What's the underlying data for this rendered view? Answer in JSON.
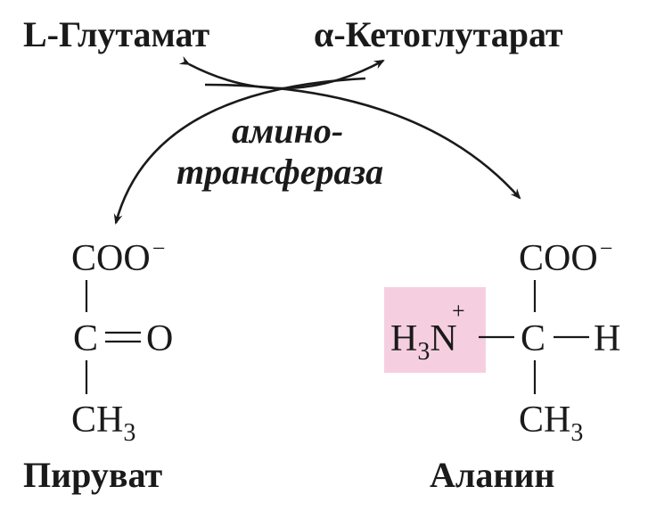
{
  "top": {
    "left_compound": "L-Глутамат",
    "right_prefix": "α",
    "right_compound": "-Кетоглутарат"
  },
  "enzyme": {
    "line1": "амино-",
    "line2": "трансфераза"
  },
  "pyruvate": {
    "name": "Пируват",
    "coo": "COO",
    "charge": "−",
    "carbon": "C",
    "oxygen": "O",
    "ch": "CH",
    "sub3": "3"
  },
  "alanine": {
    "name": "Аланин",
    "coo": "COO",
    "charge": "−",
    "h": "H",
    "sub3": "3",
    "n": "N",
    "plus": "+",
    "carbon": "C",
    "h_right": "H",
    "ch": "CH",
    "ch_sub": "3"
  },
  "colors": {
    "highlight": "#f5cfe0",
    "ink": "#1a1a1a"
  }
}
